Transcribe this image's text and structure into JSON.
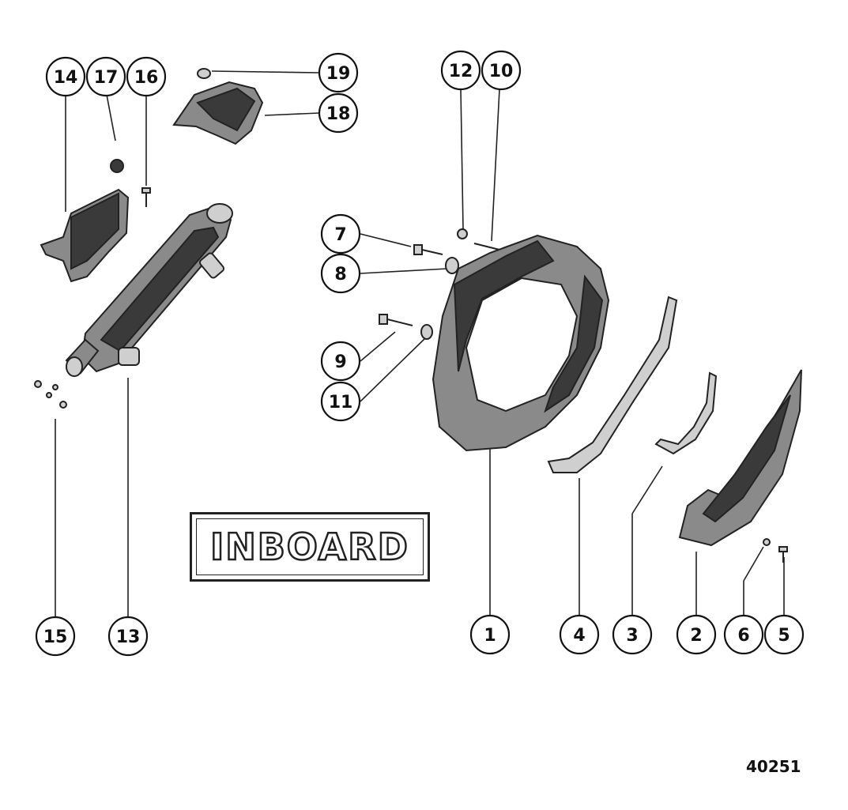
{
  "diagram": {
    "title_label": "INBOARD",
    "figure_id": "40251",
    "callouts": [
      {
        "id": "c14",
        "num": "14"
      },
      {
        "id": "c17",
        "num": "17"
      },
      {
        "id": "c16",
        "num": "16"
      },
      {
        "id": "c19",
        "num": "19"
      },
      {
        "id": "c18",
        "num": "18"
      },
      {
        "id": "c12",
        "num": "12"
      },
      {
        "id": "c10",
        "num": "10"
      },
      {
        "id": "c7",
        "num": "7"
      },
      {
        "id": "c8",
        "num": "8"
      },
      {
        "id": "c9",
        "num": "9"
      },
      {
        "id": "c11",
        "num": "11"
      },
      {
        "id": "c15",
        "num": "15"
      },
      {
        "id": "c13",
        "num": "13"
      },
      {
        "id": "c1",
        "num": "1"
      },
      {
        "id": "c4",
        "num": "4"
      },
      {
        "id": "c3",
        "num": "3"
      },
      {
        "id": "c2",
        "num": "2"
      },
      {
        "id": "c6",
        "num": "6"
      },
      {
        "id": "c5",
        "num": "5"
      }
    ]
  }
}
